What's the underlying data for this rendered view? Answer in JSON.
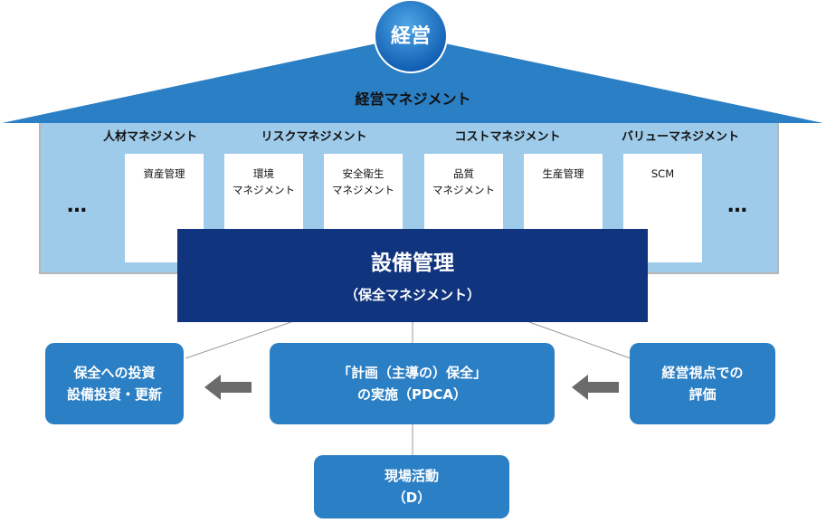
{
  "header": {
    "top_label": "経営",
    "roof_label": "経営マネジメント"
  },
  "categories": [
    "人材マネジメント",
    "リスクマネジメント",
    "コストマネジメント",
    "バリューマネジメント"
  ],
  "cards": [
    {
      "line1": "資産管理",
      "line2": ""
    },
    {
      "line1": "環境",
      "line2": "マネジメント"
    },
    {
      "line1": "安全衛生",
      "line2": "マネジメント"
    },
    {
      "line1": "品質",
      "line2": "マネジメント"
    },
    {
      "line1": "生産管理",
      "line2": ""
    },
    {
      "line1": "SCM",
      "line2": ""
    }
  ],
  "ellipsis": "…",
  "main": {
    "title": "設備管理",
    "subtitle": "（保全マネジメント）"
  },
  "left_box": {
    "line1": "保全への投資",
    "line2": "設備投資・更新"
  },
  "center_box": {
    "line1": "「計画（主導の）保全」",
    "line2": "の実施（PDCA）"
  },
  "right_box": {
    "line1": "経営視点での",
    "line2": "評価"
  },
  "bottom_box": {
    "line1": "現場活動",
    "line2": "（D）"
  },
  "colors": {
    "roof_blue": "#2b7fc5",
    "panel_light_blue": "#9ecbea",
    "main_navy": "#10347d",
    "box_blue": "#2b7fc5",
    "arrow_gray": "#6b6b6b"
  }
}
